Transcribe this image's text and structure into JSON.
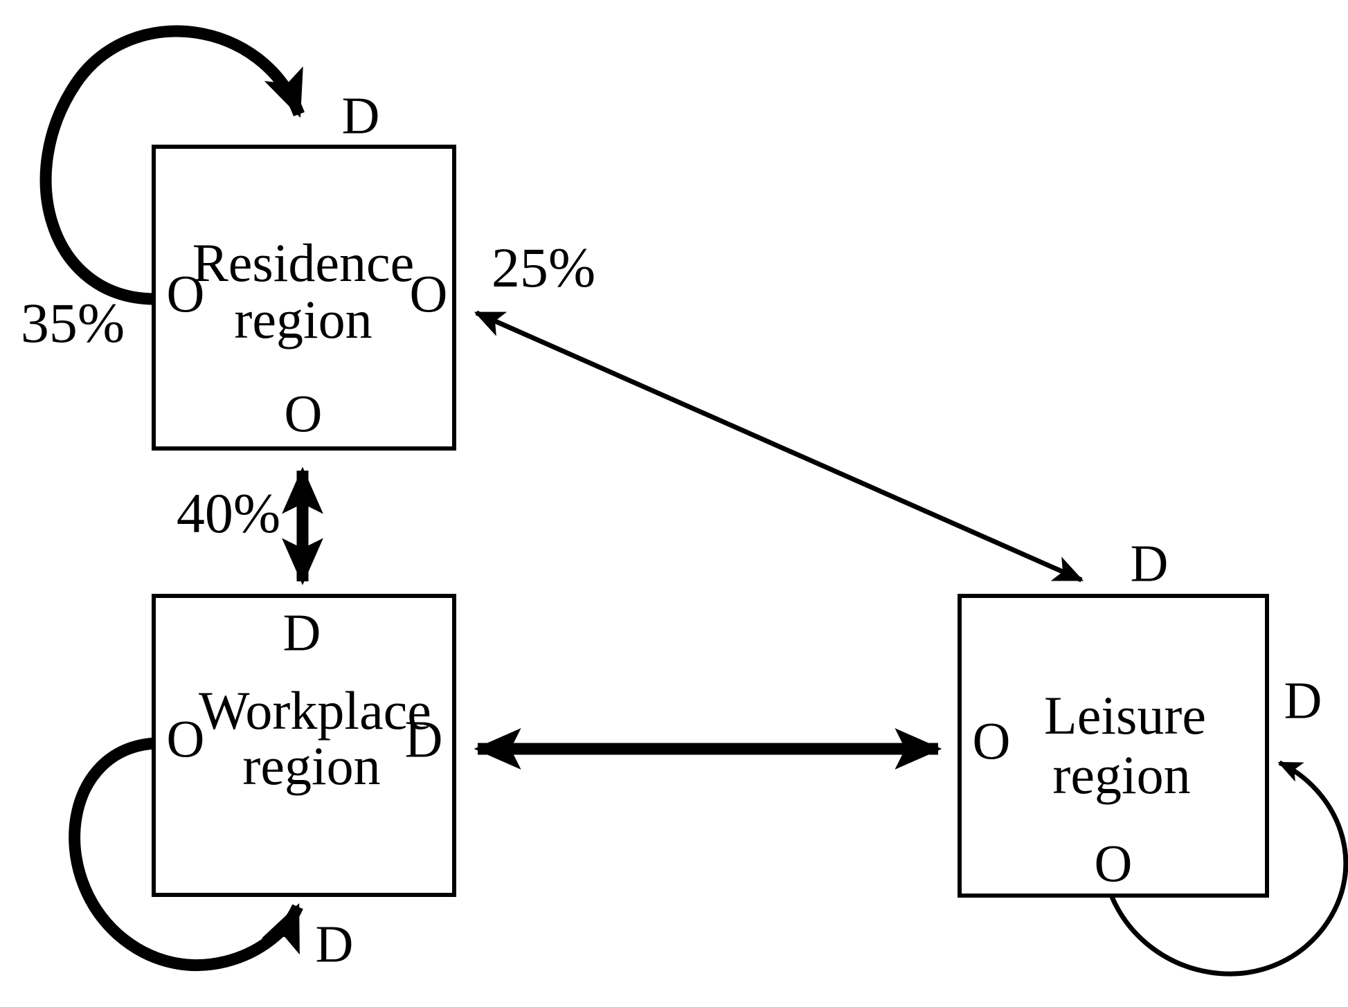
{
  "diagram": {
    "title": "Residence-Workplace-Leisure region OD flow diagram",
    "type": "node-link-graph",
    "stroke_color": "#000000",
    "background_color": "#ffffff",
    "nodes": [
      {
        "id": "residence",
        "label_line1": "Residence",
        "label_line2": "region",
        "ports": {
          "top": "D",
          "left": "O",
          "right": "O",
          "bottom": "O"
        }
      },
      {
        "id": "workplace",
        "label_line1": "Workplace",
        "label_line2": "region",
        "ports": {
          "top": "D",
          "left": "O",
          "right": "D",
          "bottom_outside": "D"
        }
      },
      {
        "id": "leisure",
        "label_line1": "Leisure",
        "label_line2": "region",
        "ports": {
          "top_outside": "D",
          "left": "O",
          "right_outside": "D",
          "bottom": "O"
        }
      }
    ],
    "edges": [
      {
        "id": "residence-self-loop",
        "from": "residence",
        "to": "residence",
        "percent_label": "35%",
        "weight": "thick",
        "direction": "one-way"
      },
      {
        "id": "residence-workplace",
        "from": "residence",
        "to": "workplace",
        "percent_label": "40%",
        "weight": "thick",
        "direction": "two-way"
      },
      {
        "id": "leisure-residence",
        "from": "leisure",
        "to": "residence",
        "percent_label": "25%",
        "weight": "thin",
        "direction": "two-way"
      },
      {
        "id": "workplace-self-loop",
        "from": "workplace",
        "to": "workplace",
        "percent_label": "",
        "weight": "thick",
        "direction": "one-way"
      },
      {
        "id": "workplace-leisure",
        "from": "workplace",
        "to": "leisure",
        "percent_label": "",
        "weight": "thick",
        "direction": "two-way"
      },
      {
        "id": "leisure-self-loop",
        "from": "leisure",
        "to": "leisure",
        "percent_label": "",
        "weight": "thin",
        "direction": "one-way"
      }
    ],
    "labels": {
      "pct_35": "35%",
      "pct_40": "40%",
      "pct_25": "25%",
      "origin": "O",
      "destination": "D"
    }
  }
}
